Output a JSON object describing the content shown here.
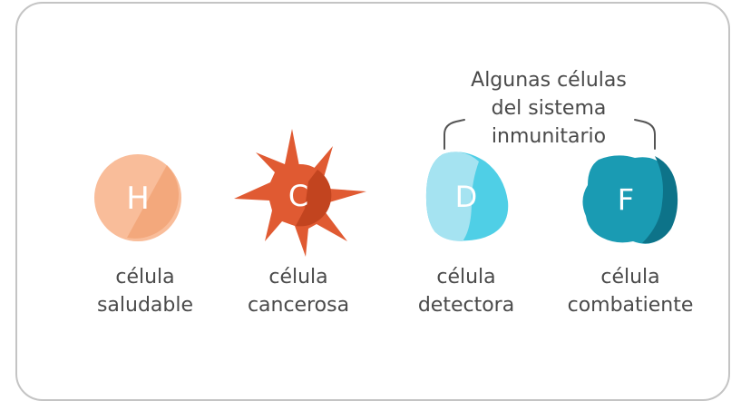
{
  "group": {
    "lines": [
      "Algunas células",
      "del sistema",
      "inmunitario"
    ]
  },
  "cells": [
    {
      "letter": "H",
      "caption": [
        "célula",
        "saludable"
      ],
      "color": "#f9bd9a",
      "shade": "#f3a87c"
    },
    {
      "letter": "C",
      "caption": [
        "célula",
        "cancerosa"
      ],
      "color": "#e05a32",
      "shade": "#c2441f"
    },
    {
      "letter": "D",
      "caption": [
        "célula",
        "detectora"
      ],
      "color": "#4fcfe6",
      "shade": "#a5e3f1"
    },
    {
      "letter": "F",
      "caption": [
        "célula",
        "combatiente"
      ],
      "color": "#1a9bb3",
      "shade": "#0d7389"
    }
  ]
}
